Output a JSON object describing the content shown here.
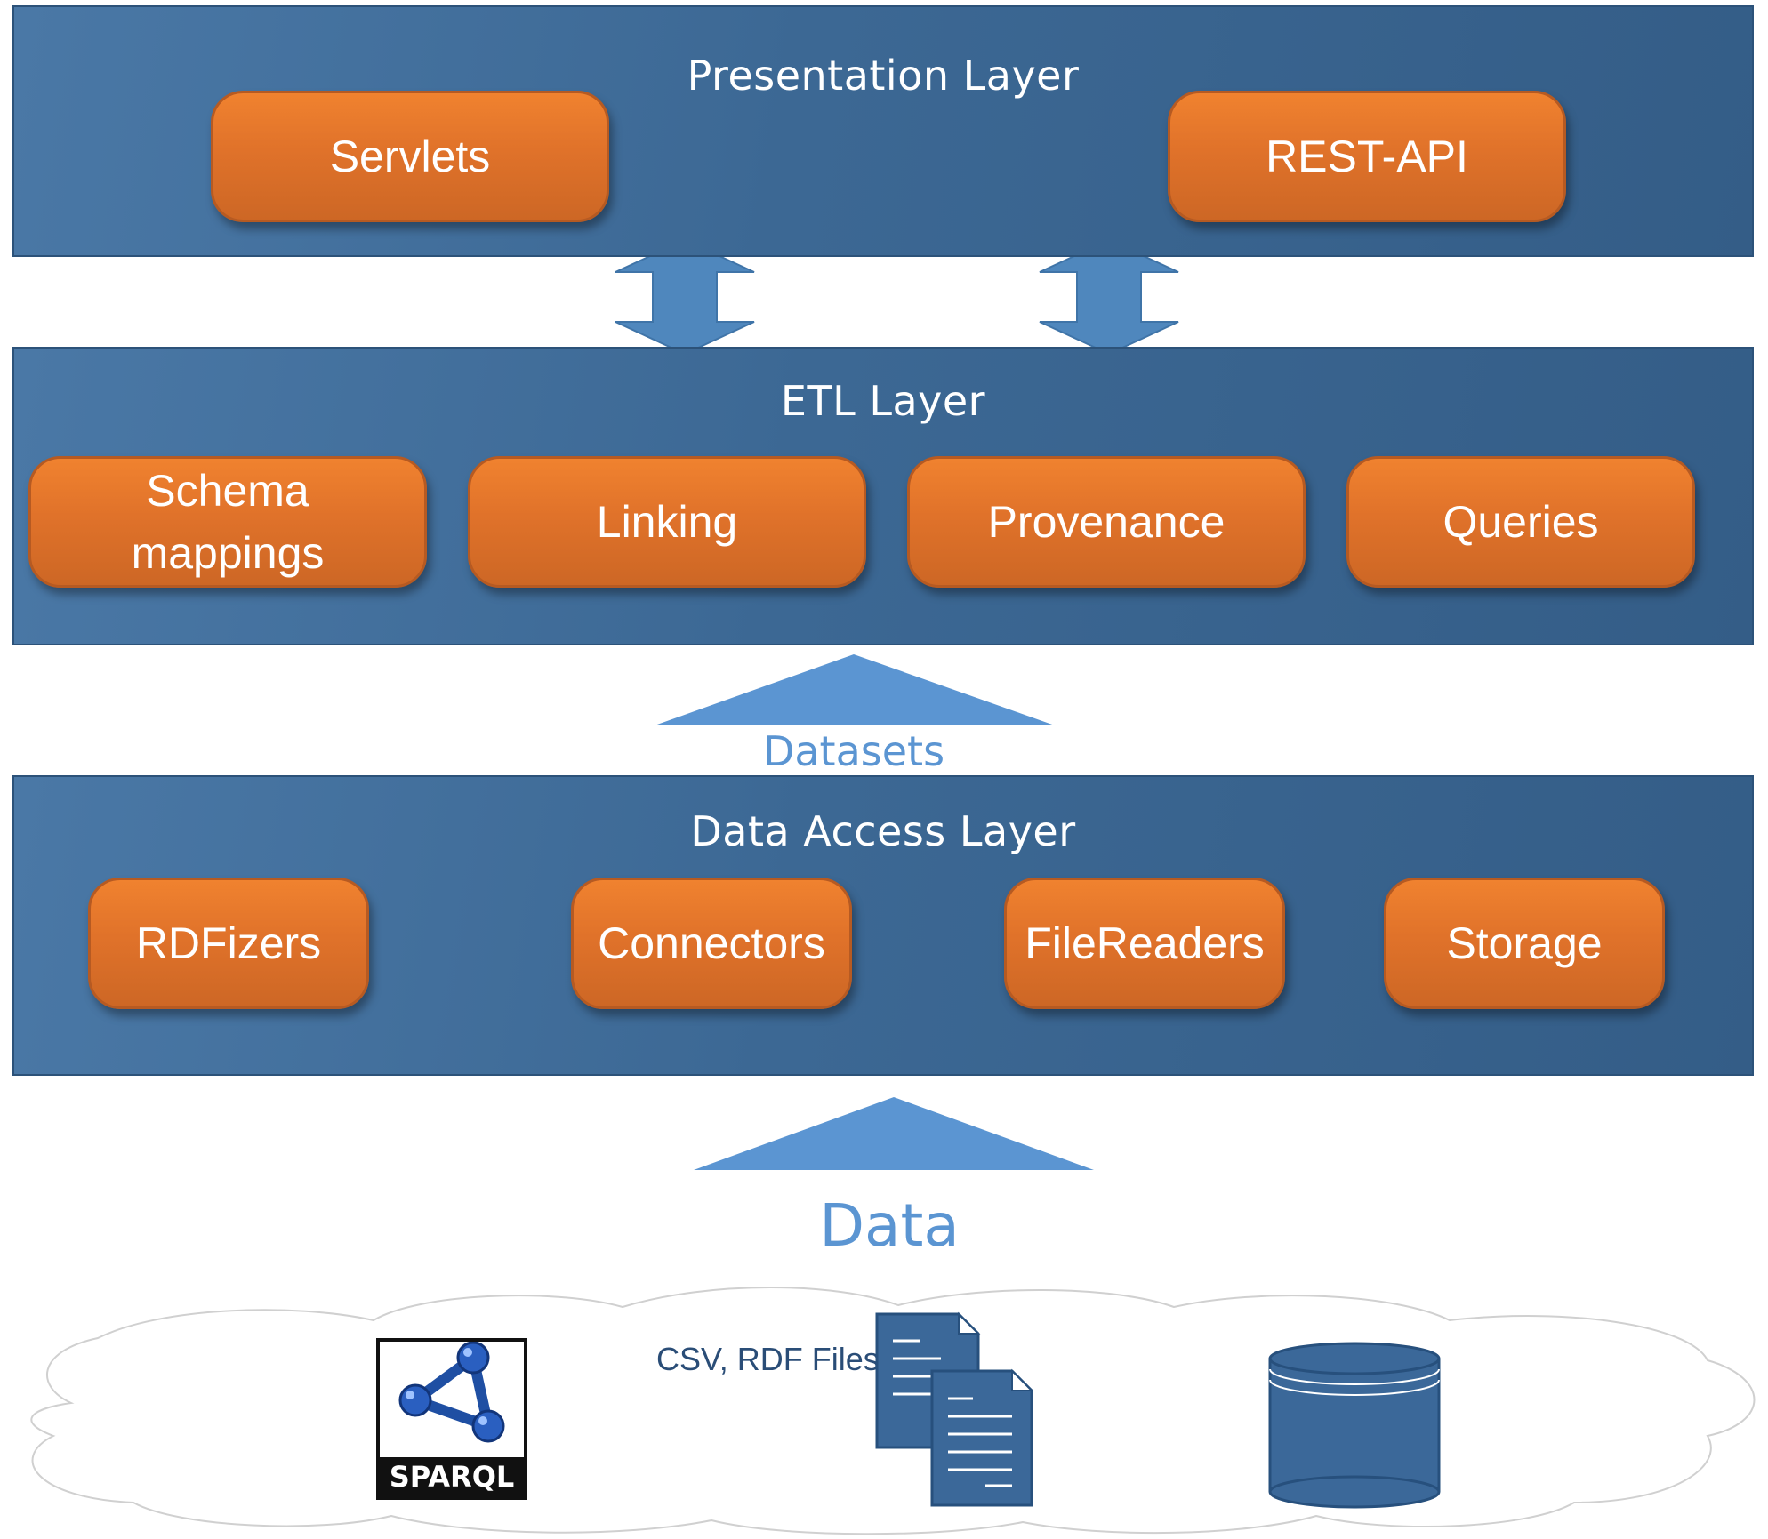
{
  "presentation_layer": {
    "title": "Presentation Layer",
    "modules": [
      "Servlets",
      "REST-API"
    ]
  },
  "etl_layer": {
    "title": "ETL Layer",
    "modules": [
      "Schema mappings",
      "Linking",
      "Provenance",
      "Queries"
    ]
  },
  "datasets_label": "Datasets",
  "data_access_layer": {
    "title": "Data Access Layer",
    "modules": [
      "RDFizers",
      "Connectors",
      "FileReaders",
      "Storage"
    ]
  },
  "data_label": "Data",
  "sources": {
    "sparql_logo_text": "SPARQL",
    "files_label": "CSV, RDF Files",
    "database_icon": "database-icon"
  },
  "colors": {
    "layer_blue": "#3c6894",
    "module_orange": "#e0722a",
    "arrow_blue": "#5b95d2",
    "icon_blue": "#3b6899"
  }
}
